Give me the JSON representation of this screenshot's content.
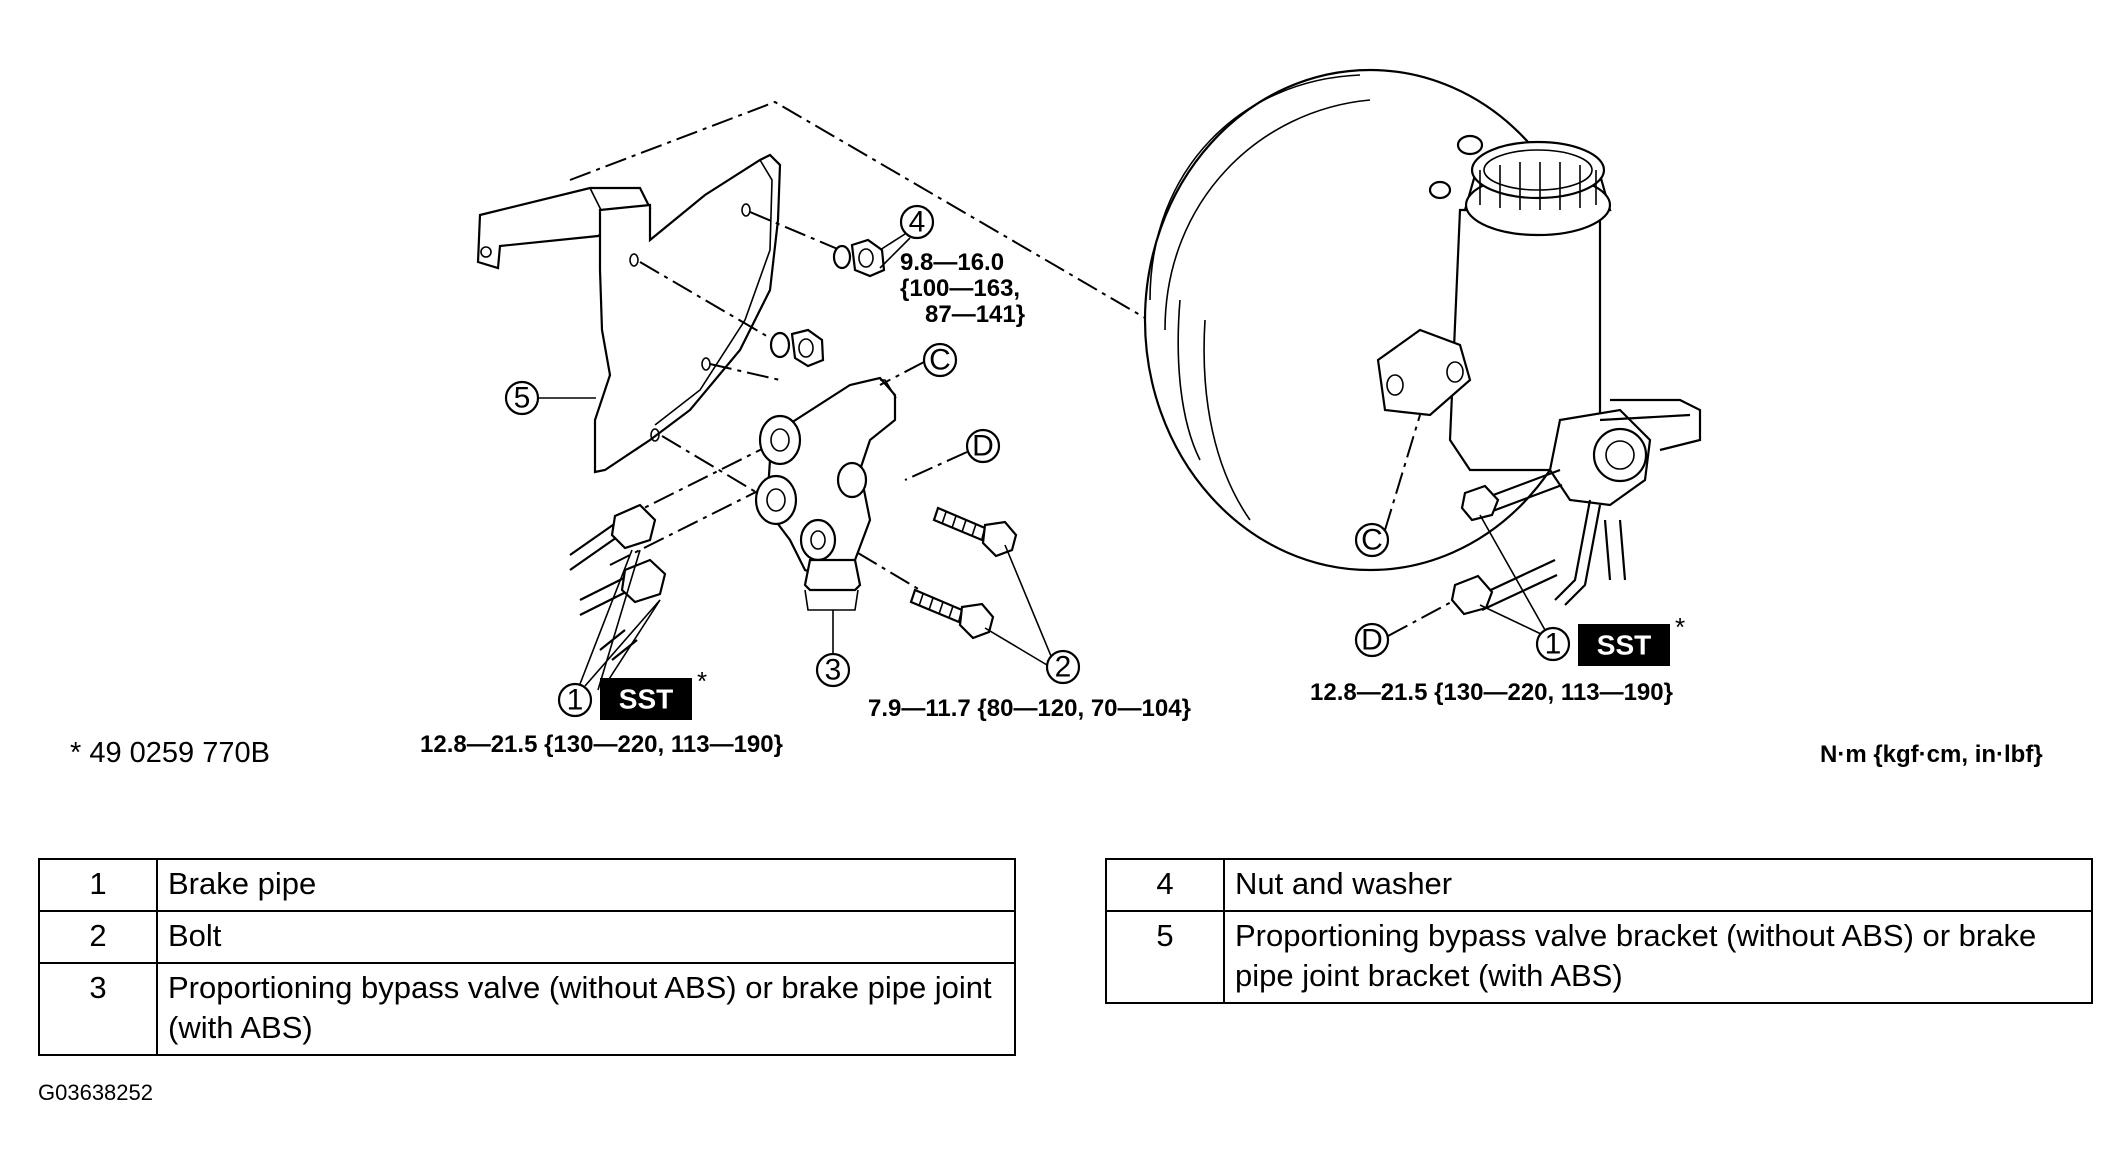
{
  "callouts": {
    "c1_left": "1",
    "c1_right": "1",
    "c2": "2",
    "c3": "3",
    "c4": "4",
    "c5": "5",
    "cC_top": "C",
    "cC_right": "C",
    "cD_top": "D",
    "cD_right": "D"
  },
  "sst_label": "SST",
  "asterisk": "*",
  "torques": {
    "nut_line1": "9.8—16.0",
    "nut_line2": "{100—163,",
    "nut_line3": "87—141}",
    "bolt": "7.9—11.7 {80—120, 70—104}",
    "pipe_left": "12.8—21.5 {130—220, 113—190}",
    "pipe_right": "12.8—21.5 {130—220, 113—190}"
  },
  "sst_note": "* 49 0259 770B",
  "units": "N·m {kgf·cm, in·lbf}",
  "legend_left": [
    {
      "num": "1",
      "desc": "Brake pipe"
    },
    {
      "num": "2",
      "desc": "Bolt"
    },
    {
      "num": "3",
      "desc": "Proportioning bypass valve (without ABS) or brake pipe joint (with ABS)"
    }
  ],
  "legend_right": [
    {
      "num": "4",
      "desc": "Nut and washer"
    },
    {
      "num": "5",
      "desc": "Proportioning bypass valve bracket (without ABS) or brake pipe joint bracket (with ABS)"
    }
  ],
  "figure_code": "G03638252"
}
